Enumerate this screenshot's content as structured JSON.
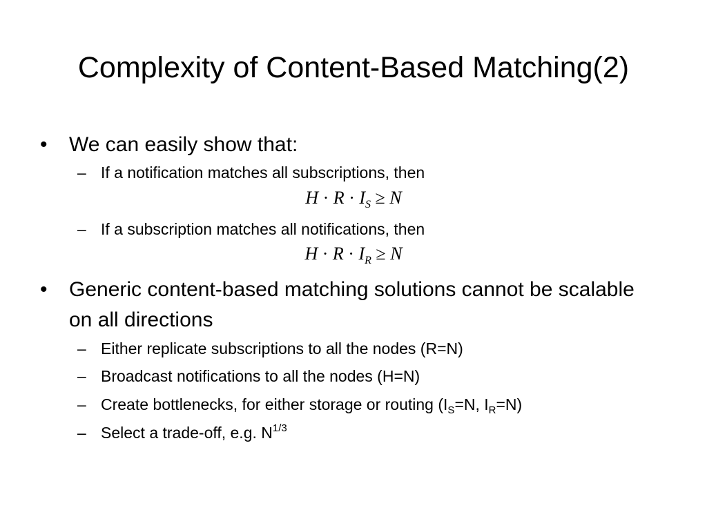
{
  "slide": {
    "title": "Complexity of Content-Based Matching(2)",
    "bullet_marker": "•",
    "dash_marker": "–",
    "bullets": [
      {
        "text": "We can easily show that:",
        "subitems": [
          {
            "text": "If a notification matches all subscriptions, then",
            "formula": {
              "left": "H",
              "mid": "R",
              "var": "I",
              "sub": "S",
              "rel": "≥",
              "right": "N",
              "dot": "·"
            }
          },
          {
            "text": "If a subscription matches all notifications, then",
            "formula": {
              "left": "H",
              "mid": "R",
              "var": "I",
              "sub": "R",
              "rel": "≥",
              "right": "N",
              "dot": "·"
            }
          }
        ]
      },
      {
        "text": "Generic content-based matching solutions cannot be scalable on all directions",
        "subitems": [
          {
            "text": "Either replicate subscriptions to all the nodes (R=N)"
          },
          {
            "text": "Broadcast notifications to all the nodes (H=N)"
          },
          {
            "text_pre": "Create bottlenecks, for either storage or routing (I",
            "sub1": "S",
            "text_mid": "=N, I",
            "sub2": "R",
            "text_post": "=N)"
          },
          {
            "text_pre": "Select a trade-off, e.g. N",
            "sup": "1/3"
          }
        ]
      }
    ]
  }
}
